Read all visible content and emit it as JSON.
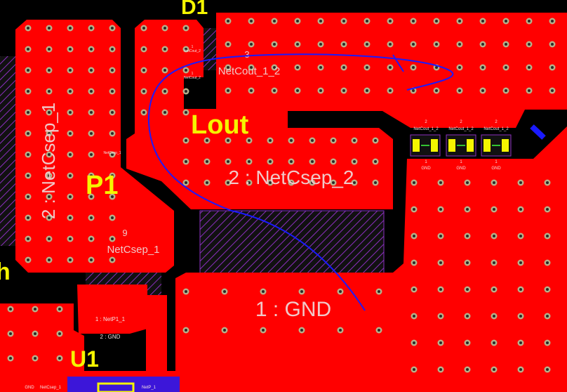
{
  "colors": {
    "background": "#000000",
    "copper": "#ff0000",
    "via_ring": "#b7b08a",
    "via_hole": "#2a2a2a",
    "silkscreen": "#f5f500",
    "keepout_hatch": "#8b2fbf",
    "annotation_stroke": "#1a1aff",
    "pad_label": "#f0c8c8"
  },
  "designators": {
    "d1": "D1",
    "lout": "Lout",
    "p1": "P1",
    "u1": "U1",
    "j_partial": "h"
  },
  "nets": {
    "netcsep_1_vertical": "2 : NetCsep_1",
    "netcsep_1_pad_number": "9",
    "netcsep_1_pad_name": "NetCsep_1",
    "netcsep_2": "2 : NetCsep_2",
    "netcout_pad_number": "3",
    "netcout_pad_name": "NetCout_1_2",
    "gnd": "1 : GND",
    "netp1": "1 : NetP1_1",
    "gnd_small": "2 : GND"
  },
  "small_pads": {
    "d1_pin_number": "1",
    "d1_pin_net": "NetCout_2",
    "d1_pin2_number": "1",
    "d1_pin2_net": "NetCout_2",
    "netcsep_small": "NetCsep_1",
    "cap_array_top": [
      {
        "num": "2",
        "net": "NetCout_1_2"
      },
      {
        "num": "2",
        "net": "NetCout_1_2"
      },
      {
        "num": "2",
        "net": "NetCout_1_2"
      }
    ],
    "cap_array_bottom": [
      {
        "num": "1",
        "net": "GND"
      },
      {
        "num": "1",
        "net": "GND"
      },
      {
        "num": "1",
        "net": "GND"
      }
    ],
    "u1_bottom": [
      "GND",
      "NetCsep_1",
      "NetP_1"
    ]
  }
}
